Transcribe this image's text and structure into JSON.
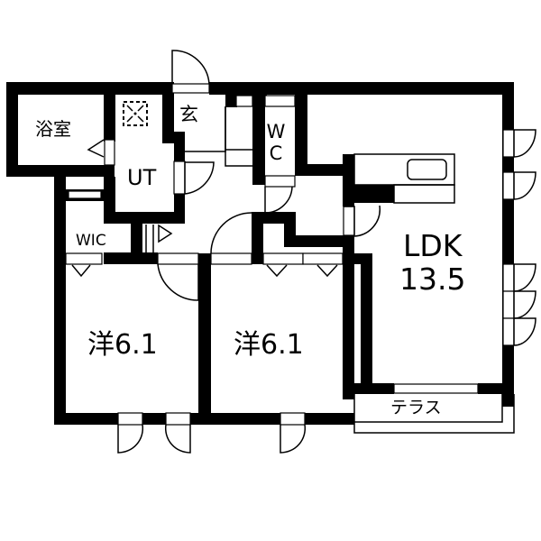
{
  "plan": {
    "colors": {
      "wall": "#000000",
      "background": "#ffffff",
      "line": "#000000"
    },
    "rooms": {
      "bath": {
        "label": "浴室"
      },
      "entrance": {
        "label": "玄"
      },
      "utility": {
        "label": "UT"
      },
      "toilet": {
        "label": "WC"
      },
      "walk_in_closet": {
        "label": "WIC"
      },
      "bedroom_1": {
        "label": "洋6.1"
      },
      "bedroom_2": {
        "label": "洋6.1"
      },
      "ldk": {
        "label": "LDK",
        "size": "13.5"
      },
      "terrace": {
        "label": "テラス"
      }
    },
    "icons": {
      "washing_machine": "washer-pan-icon",
      "kitchen_sink": "sink-icon",
      "closet_markers": "triangle-down-icon"
    }
  }
}
